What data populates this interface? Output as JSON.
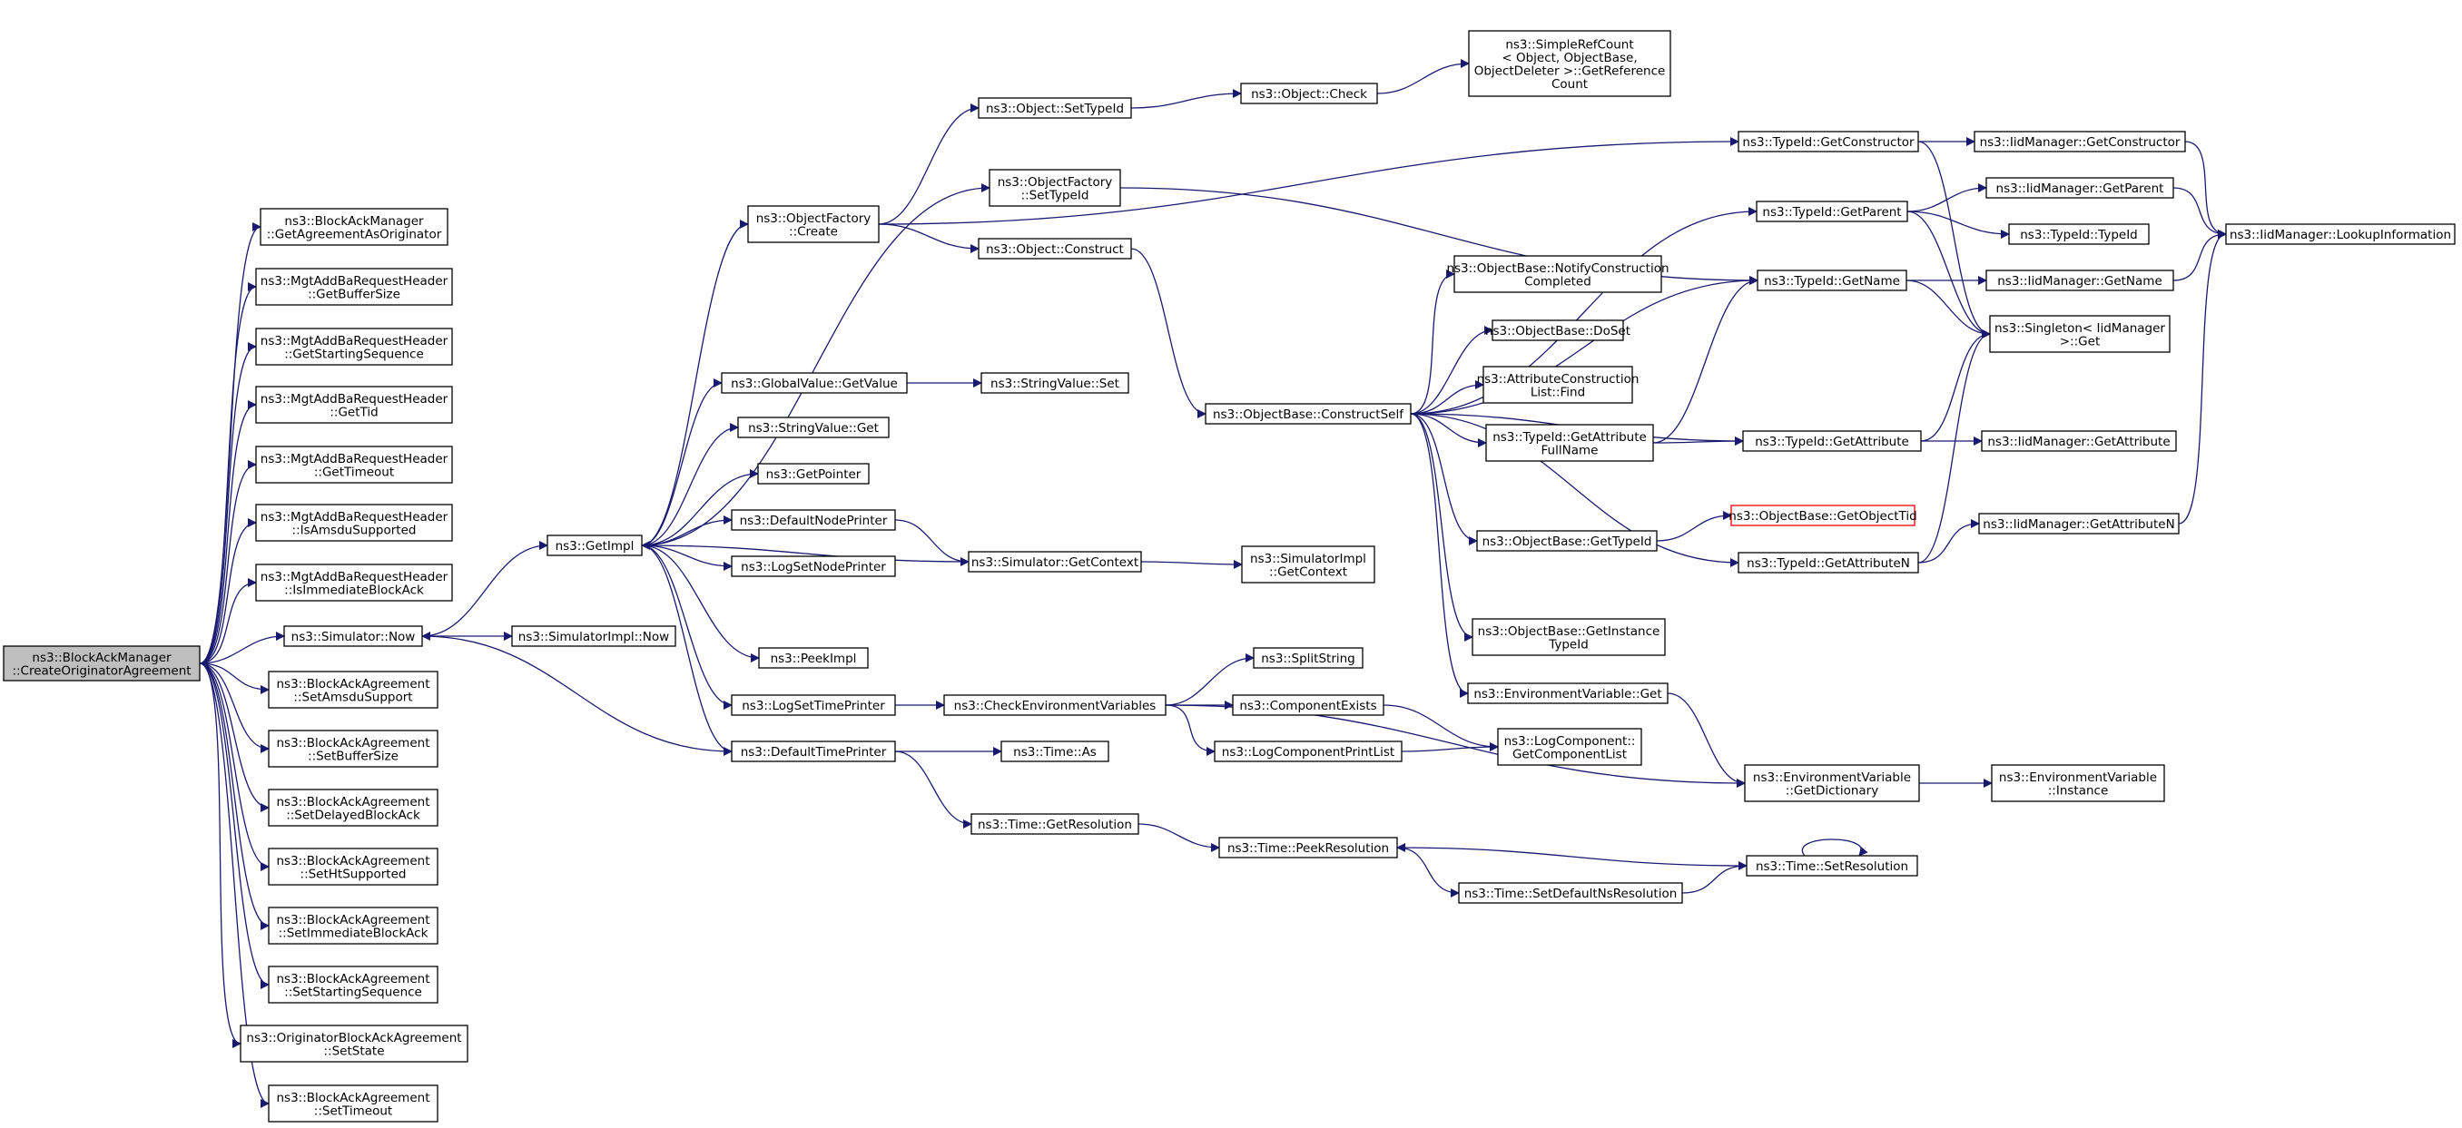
{
  "colors": {
    "edge": "#191970",
    "root_fill": "#bfbfbf",
    "undocumented_border": "#ff0000"
  },
  "nodes": [
    {
      "id": "root",
      "lines": [
        "ns3::BlockAckManager",
        "::CreateOriginatorAgreement"
      ]
    },
    {
      "id": "getAgr",
      "lines": [
        "ns3::BlockAckManager",
        "::GetAgreementAsOriginator"
      ]
    },
    {
      "id": "mgtBuf",
      "lines": [
        "ns3::MgtAddBaRequestHeader",
        "::GetBufferSize"
      ]
    },
    {
      "id": "mgtStart",
      "lines": [
        "ns3::MgtAddBaRequestHeader",
        "::GetStartingSequence"
      ]
    },
    {
      "id": "mgtTid",
      "lines": [
        "ns3::MgtAddBaRequestHeader",
        "::GetTid"
      ]
    },
    {
      "id": "mgtTimeout",
      "lines": [
        "ns3::MgtAddBaRequestHeader",
        "::GetTimeout"
      ]
    },
    {
      "id": "mgtAmsdu",
      "lines": [
        "ns3::MgtAddBaRequestHeader",
        "::IsAmsduSupported"
      ]
    },
    {
      "id": "mgtImm",
      "lines": [
        "ns3::MgtAddBaRequestHeader",
        "::IsImmediateBlockAck"
      ]
    },
    {
      "id": "simNow",
      "lines": [
        "ns3::Simulator::Now"
      ]
    },
    {
      "id": "setAmsdu",
      "lines": [
        "ns3::BlockAckAgreement",
        "::SetAmsduSupport"
      ]
    },
    {
      "id": "setBuf",
      "lines": [
        "ns3::BlockAckAgreement",
        "::SetBufferSize"
      ]
    },
    {
      "id": "setDelayed",
      "lines": [
        "ns3::BlockAckAgreement",
        "::SetDelayedBlockAck"
      ]
    },
    {
      "id": "setHt",
      "lines": [
        "ns3::BlockAckAgreement",
        "::SetHtSupported"
      ]
    },
    {
      "id": "setImm",
      "lines": [
        "ns3::BlockAckAgreement",
        "::SetImmediateBlockAck"
      ]
    },
    {
      "id": "setStart",
      "lines": [
        "ns3::BlockAckAgreement",
        "::SetStartingSequence"
      ]
    },
    {
      "id": "setState",
      "lines": [
        "ns3::OriginatorBlockAckAgreement",
        "::SetState"
      ]
    },
    {
      "id": "setTimeout",
      "lines": [
        "ns3::BlockAckAgreement",
        "::SetTimeout"
      ]
    },
    {
      "id": "getImpl",
      "lines": [
        "ns3::GetImpl"
      ]
    },
    {
      "id": "simImplNow",
      "lines": [
        "ns3::SimulatorImpl::Now"
      ]
    },
    {
      "id": "ofCreate",
      "lines": [
        "ns3::ObjectFactory",
        "::Create"
      ]
    },
    {
      "id": "gvGetValue",
      "lines": [
        "ns3::GlobalValue::GetValue"
      ]
    },
    {
      "id": "svGet",
      "lines": [
        "ns3::StringValue::Get"
      ]
    },
    {
      "id": "getPointer",
      "lines": [
        "ns3::GetPointer"
      ]
    },
    {
      "id": "defNodePrinter",
      "lines": [
        "ns3::DefaultNodePrinter"
      ]
    },
    {
      "id": "logSetNode",
      "lines": [
        "ns3::LogSetNodePrinter"
      ]
    },
    {
      "id": "peekImpl",
      "lines": [
        "ns3::PeekImpl"
      ]
    },
    {
      "id": "logSetTime",
      "lines": [
        "ns3::LogSetTimePrinter"
      ]
    },
    {
      "id": "defTimePrinter",
      "lines": [
        "ns3::DefaultTimePrinter"
      ]
    },
    {
      "id": "objSetTypeId",
      "lines": [
        "ns3::Object::SetTypeId"
      ]
    },
    {
      "id": "ofSetTypeId",
      "lines": [
        "ns3::ObjectFactory",
        "::SetTypeId"
      ]
    },
    {
      "id": "objConstruct",
      "lines": [
        "ns3::Object::Construct"
      ]
    },
    {
      "id": "svSet",
      "lines": [
        "ns3::StringValue::Set"
      ]
    },
    {
      "id": "simGetCtx",
      "lines": [
        "ns3::Simulator::GetContext"
      ]
    },
    {
      "id": "checkEnv",
      "lines": [
        "ns3::CheckEnvironmentVariables"
      ]
    },
    {
      "id": "timeAs",
      "lines": [
        "ns3::Time::As"
      ]
    },
    {
      "id": "timeGetRes",
      "lines": [
        "ns3::Time::GetResolution"
      ]
    },
    {
      "id": "objCheck",
      "lines": [
        "ns3::Object::Check"
      ]
    },
    {
      "id": "simpleRef",
      "lines": [
        "ns3::SimpleRefCount",
        "< Object, ObjectBase,",
        "ObjectDeleter >::GetReference",
        "Count"
      ]
    },
    {
      "id": "obConstructSelf",
      "lines": [
        "ns3::ObjectBase::ConstructSelf"
      ]
    },
    {
      "id": "simImplGetCtx",
      "lines": [
        "ns3::SimulatorImpl",
        "::GetContext"
      ]
    },
    {
      "id": "splitString",
      "lines": [
        "ns3::SplitString"
      ]
    },
    {
      "id": "compExists",
      "lines": [
        "ns3::ComponentExists"
      ]
    },
    {
      "id": "logCompPrint",
      "lines": [
        "ns3::LogComponentPrintList"
      ]
    },
    {
      "id": "peekRes",
      "lines": [
        "ns3::Time::PeekResolution"
      ]
    },
    {
      "id": "setDefNs",
      "lines": [
        "ns3::Time::SetDefaultNsResolution"
      ]
    },
    {
      "id": "obNotify",
      "lines": [
        "ns3::ObjectBase::NotifyConstruction",
        "Completed"
      ]
    },
    {
      "id": "obDoSet",
      "lines": [
        "ns3::ObjectBase::DoSet"
      ]
    },
    {
      "id": "acFind",
      "lines": [
        "ns3::AttributeConstruction",
        "List::Find"
      ]
    },
    {
      "id": "tidGetAttrFull",
      "lines": [
        "ns3::TypeId::GetAttribute",
        "FullName"
      ]
    },
    {
      "id": "obGetTypeId",
      "lines": [
        "ns3::ObjectBase::GetTypeId"
      ]
    },
    {
      "id": "obGetInst",
      "lines": [
        "ns3::ObjectBase::GetInstance",
        "TypeId"
      ]
    },
    {
      "id": "envGet",
      "lines": [
        "ns3::EnvironmentVariable::Get"
      ]
    },
    {
      "id": "logCompGetList",
      "lines": [
        "ns3::LogComponent::",
        "GetComponentList"
      ]
    },
    {
      "id": "tidGetCtor",
      "lines": [
        "ns3::TypeId::GetConstructor"
      ]
    },
    {
      "id": "tidGetParent",
      "lines": [
        "ns3::TypeId::GetParent"
      ]
    },
    {
      "id": "tidGetName",
      "lines": [
        "ns3::TypeId::GetName"
      ]
    },
    {
      "id": "tidGetAttr",
      "lines": [
        "ns3::TypeId::GetAttribute"
      ]
    },
    {
      "id": "obGetObjTid",
      "lines": [
        "ns3::ObjectBase::GetObjectTid"
      ]
    },
    {
      "id": "tidGetAttrN",
      "lines": [
        "ns3::TypeId::GetAttributeN"
      ]
    },
    {
      "id": "envGetDict",
      "lines": [
        "ns3::EnvironmentVariable",
        "::GetDictionary"
      ]
    },
    {
      "id": "timeSetRes",
      "lines": [
        "ns3::Time::SetResolution"
      ]
    },
    {
      "id": "iidGetCtor",
      "lines": [
        "ns3::IidManager::GetConstructor"
      ]
    },
    {
      "id": "iidGetParent",
      "lines": [
        "ns3::IidManager::GetParent"
      ]
    },
    {
      "id": "tidTypeId",
      "lines": [
        "ns3::TypeId::TypeId"
      ]
    },
    {
      "id": "iidGetName",
      "lines": [
        "ns3::IidManager::GetName"
      ]
    },
    {
      "id": "singletonGet",
      "lines": [
        "ns3::Singleton< IidManager",
        ">::Get"
      ]
    },
    {
      "id": "iidGetAttr",
      "lines": [
        "ns3::IidManager::GetAttribute"
      ]
    },
    {
      "id": "iidGetAttrN",
      "lines": [
        "ns3::IidManager::GetAttributeN"
      ]
    },
    {
      "id": "envInstance",
      "lines": [
        "ns3::EnvironmentVariable",
        "::Instance"
      ]
    },
    {
      "id": "iidLookup",
      "lines": [
        "ns3::IidManager::LookupInformation"
      ]
    }
  ],
  "edges": [
    [
      "root",
      "getAgr"
    ],
    [
      "root",
      "mgtBuf"
    ],
    [
      "root",
      "mgtStart"
    ],
    [
      "root",
      "mgtTid"
    ],
    [
      "root",
      "mgtTimeout"
    ],
    [
      "root",
      "mgtAmsdu"
    ],
    [
      "root",
      "mgtImm"
    ],
    [
      "root",
      "simNow"
    ],
    [
      "root",
      "setAmsdu"
    ],
    [
      "root",
      "setBuf"
    ],
    [
      "root",
      "setDelayed"
    ],
    [
      "root",
      "setHt"
    ],
    [
      "root",
      "setImm"
    ],
    [
      "root",
      "setStart"
    ],
    [
      "root",
      "setState"
    ],
    [
      "root",
      "setTimeout"
    ],
    [
      "simNow",
      "getImpl"
    ],
    [
      "simNow",
      "simImplNow"
    ],
    [
      "getImpl",
      "ofCreate"
    ],
    [
      "getImpl",
      "ofSetTypeId"
    ],
    [
      "getImpl",
      "gvGetValue"
    ],
    [
      "getImpl",
      "svGet"
    ],
    [
      "getImpl",
      "getPointer"
    ],
    [
      "getImpl",
      "defNodePrinter"
    ],
    [
      "getImpl",
      "logSetNode"
    ],
    [
      "getImpl",
      "peekImpl"
    ],
    [
      "getImpl",
      "logSetTime"
    ],
    [
      "getImpl",
      "defTimePrinter"
    ],
    [
      "ofCreate",
      "tidGetCtor"
    ],
    [
      "ofCreate",
      "objSetTypeId"
    ],
    [
      "ofCreate",
      "objConstruct"
    ],
    [
      "objSetTypeId",
      "objCheck"
    ],
    [
      "objCheck",
      "simpleRef"
    ],
    [
      "ofSetTypeId",
      "tidGetName"
    ],
    [
      "objConstruct",
      "obConstructSelf"
    ],
    [
      "gvGetValue",
      "svSet"
    ],
    [
      "defNodePrinter",
      "simGetCtx"
    ],
    [
      "simGetCtx",
      "getImpl"
    ],
    [
      "simGetCtx",
      "simImplGetCtx"
    ],
    [
      "logSetTime",
      "checkEnv"
    ],
    [
      "defTimePrinter",
      "simNow"
    ],
    [
      "defTimePrinter",
      "timeAs"
    ],
    [
      "defTimePrinter",
      "timeGetRes"
    ],
    [
      "checkEnv",
      "splitString"
    ],
    [
      "checkEnv",
      "compExists"
    ],
    [
      "checkEnv",
      "logCompPrint"
    ],
    [
      "checkEnv",
      "envGetDict"
    ],
    [
      "compExists",
      "logCompGetList"
    ],
    [
      "logCompPrint",
      "logCompGetList"
    ],
    [
      "timeGetRes",
      "peekRes"
    ],
    [
      "peekRes",
      "setDefNs"
    ],
    [
      "setDefNs",
      "timeSetRes"
    ],
    [
      "timeSetRes",
      "peekRes"
    ],
    [
      "timeSetRes",
      "timeSetRes"
    ],
    [
      "obConstructSelf",
      "tidGetParent"
    ],
    [
      "obConstructSelf",
      "tidGetName"
    ],
    [
      "obConstructSelf",
      "obNotify"
    ],
    [
      "obConstructSelf",
      "obDoSet"
    ],
    [
      "obConstructSelf",
      "acFind"
    ],
    [
      "obConstructSelf",
      "tidGetAttrFull"
    ],
    [
      "obConstructSelf",
      "tidGetAttr"
    ],
    [
      "obConstructSelf",
      "obGetTypeId"
    ],
    [
      "obConstructSelf",
      "tidGetAttrN"
    ],
    [
      "obConstructSelf",
      "obGetInst"
    ],
    [
      "obConstructSelf",
      "envGet"
    ],
    [
      "tidGetAttrFull",
      "tidGetName"
    ],
    [
      "tidGetAttrFull",
      "tidGetAttr"
    ],
    [
      "obGetTypeId",
      "obGetObjTid"
    ],
    [
      "envGet",
      "envGetDict"
    ],
    [
      "envGetDict",
      "envInstance"
    ],
    [
      "tidGetCtor",
      "iidGetCtor"
    ],
    [
      "tidGetCtor",
      "singletonGet"
    ],
    [
      "tidGetParent",
      "iidGetParent"
    ],
    [
      "tidGetParent",
      "tidTypeId"
    ],
    [
      "tidGetParent",
      "singletonGet"
    ],
    [
      "tidGetName",
      "iidGetName"
    ],
    [
      "tidGetName",
      "singletonGet"
    ],
    [
      "tidGetAttr",
      "iidGetAttr"
    ],
    [
      "tidGetAttr",
      "singletonGet"
    ],
    [
      "tidGetAttrN",
      "iidGetAttrN"
    ],
    [
      "tidGetAttrN",
      "singletonGet"
    ],
    [
      "iidGetCtor",
      "iidLookup"
    ],
    [
      "iidGetParent",
      "iidLookup"
    ],
    [
      "iidGetName",
      "iidLookup"
    ],
    [
      "iidGetAttrN",
      "iidLookup"
    ]
  ]
}
